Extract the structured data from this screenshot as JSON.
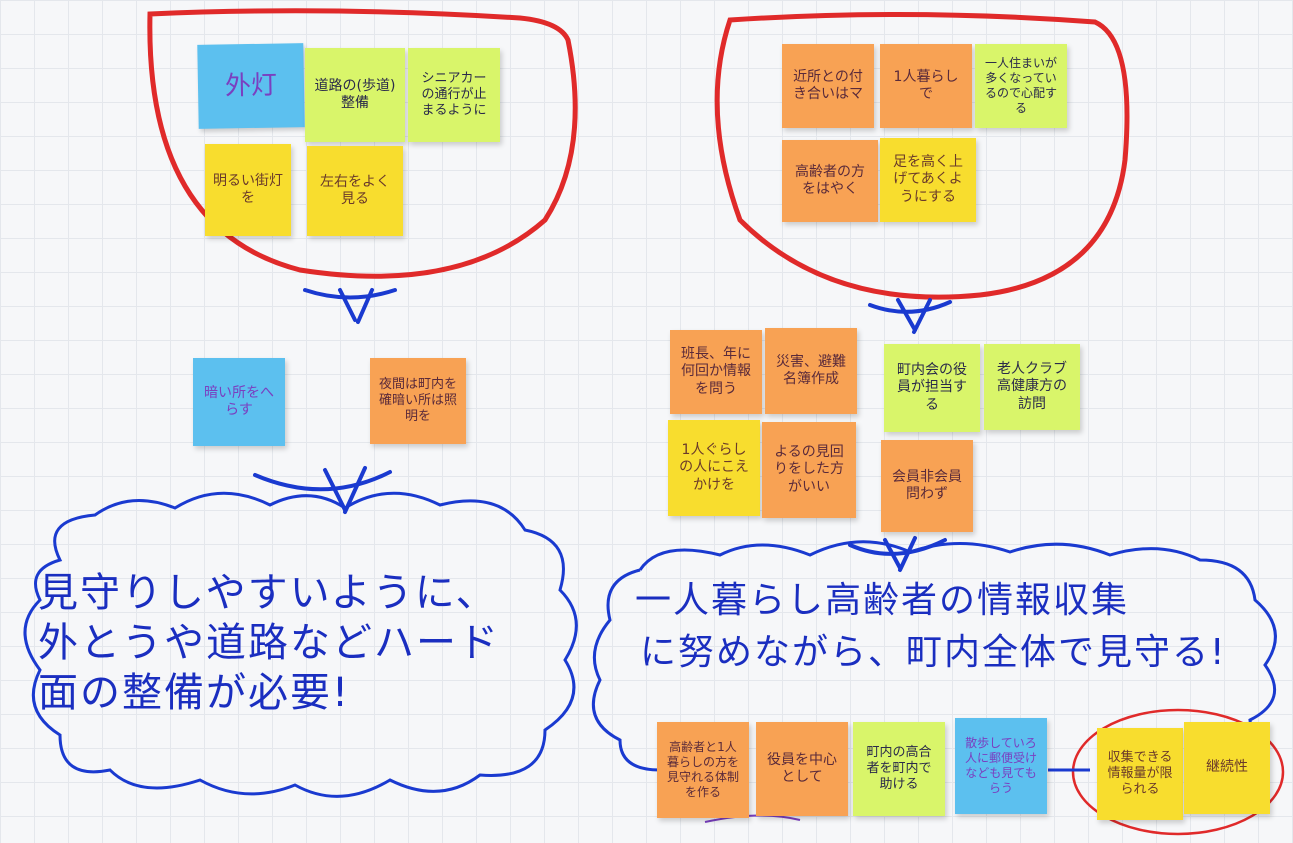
{
  "notes": {
    "a1": "外灯",
    "a2": "道路の(歩道)整備",
    "a3": "シニアカーの通行が止まるように",
    "a4": "明るい街灯を",
    "a5": "左右をよく見る",
    "b1": "近所との付き合いはマ",
    "b2": "1人暮らしで",
    "b3": "一人住まいが多くなっているので心配する",
    "b4": "高齢者の方をはやく",
    "b5": "足を高く上げてあくようにする",
    "c1": "暗い所をへらす",
    "c2": "夜間は町内を確暗い所は照明を",
    "d1": "班長、年に何回か情報を問う",
    "d2": "災害、避難名簿作成",
    "d3": "町内会の役員が担当する",
    "d4": "老人クラブ 高健康方の訪問",
    "d5": "1人ぐらしの人にこえかけを",
    "d6": "よるの見回りをした方がいい",
    "d7": "会員非会員問わず",
    "e1": "高齢者と1人暮らしの方を見守れる体制を作る",
    "e2": "役員を中心として",
    "e3": "町内の高合者を町内で助ける",
    "e4": "散歩していろ人に郵便受けなども見てもらう",
    "e5": "収集できる情報量が限られる",
    "e6": "継続性"
  },
  "conclusions": {
    "left": "見守りしやすいように、外とうや道路などハード面の整備が必要!",
    "right_line1": "一人暮らし高齢者の情報収集",
    "right_line2": "に努めながら、町内全体で見守る!"
  },
  "colors": {
    "marker_red": "#e02a2a",
    "marker_blue": "#1a3ad0",
    "note_blue": "#5cc0ef",
    "note_green": "#d9f56a",
    "note_yellow": "#f8dd2e",
    "note_orange": "#f8a254"
  }
}
